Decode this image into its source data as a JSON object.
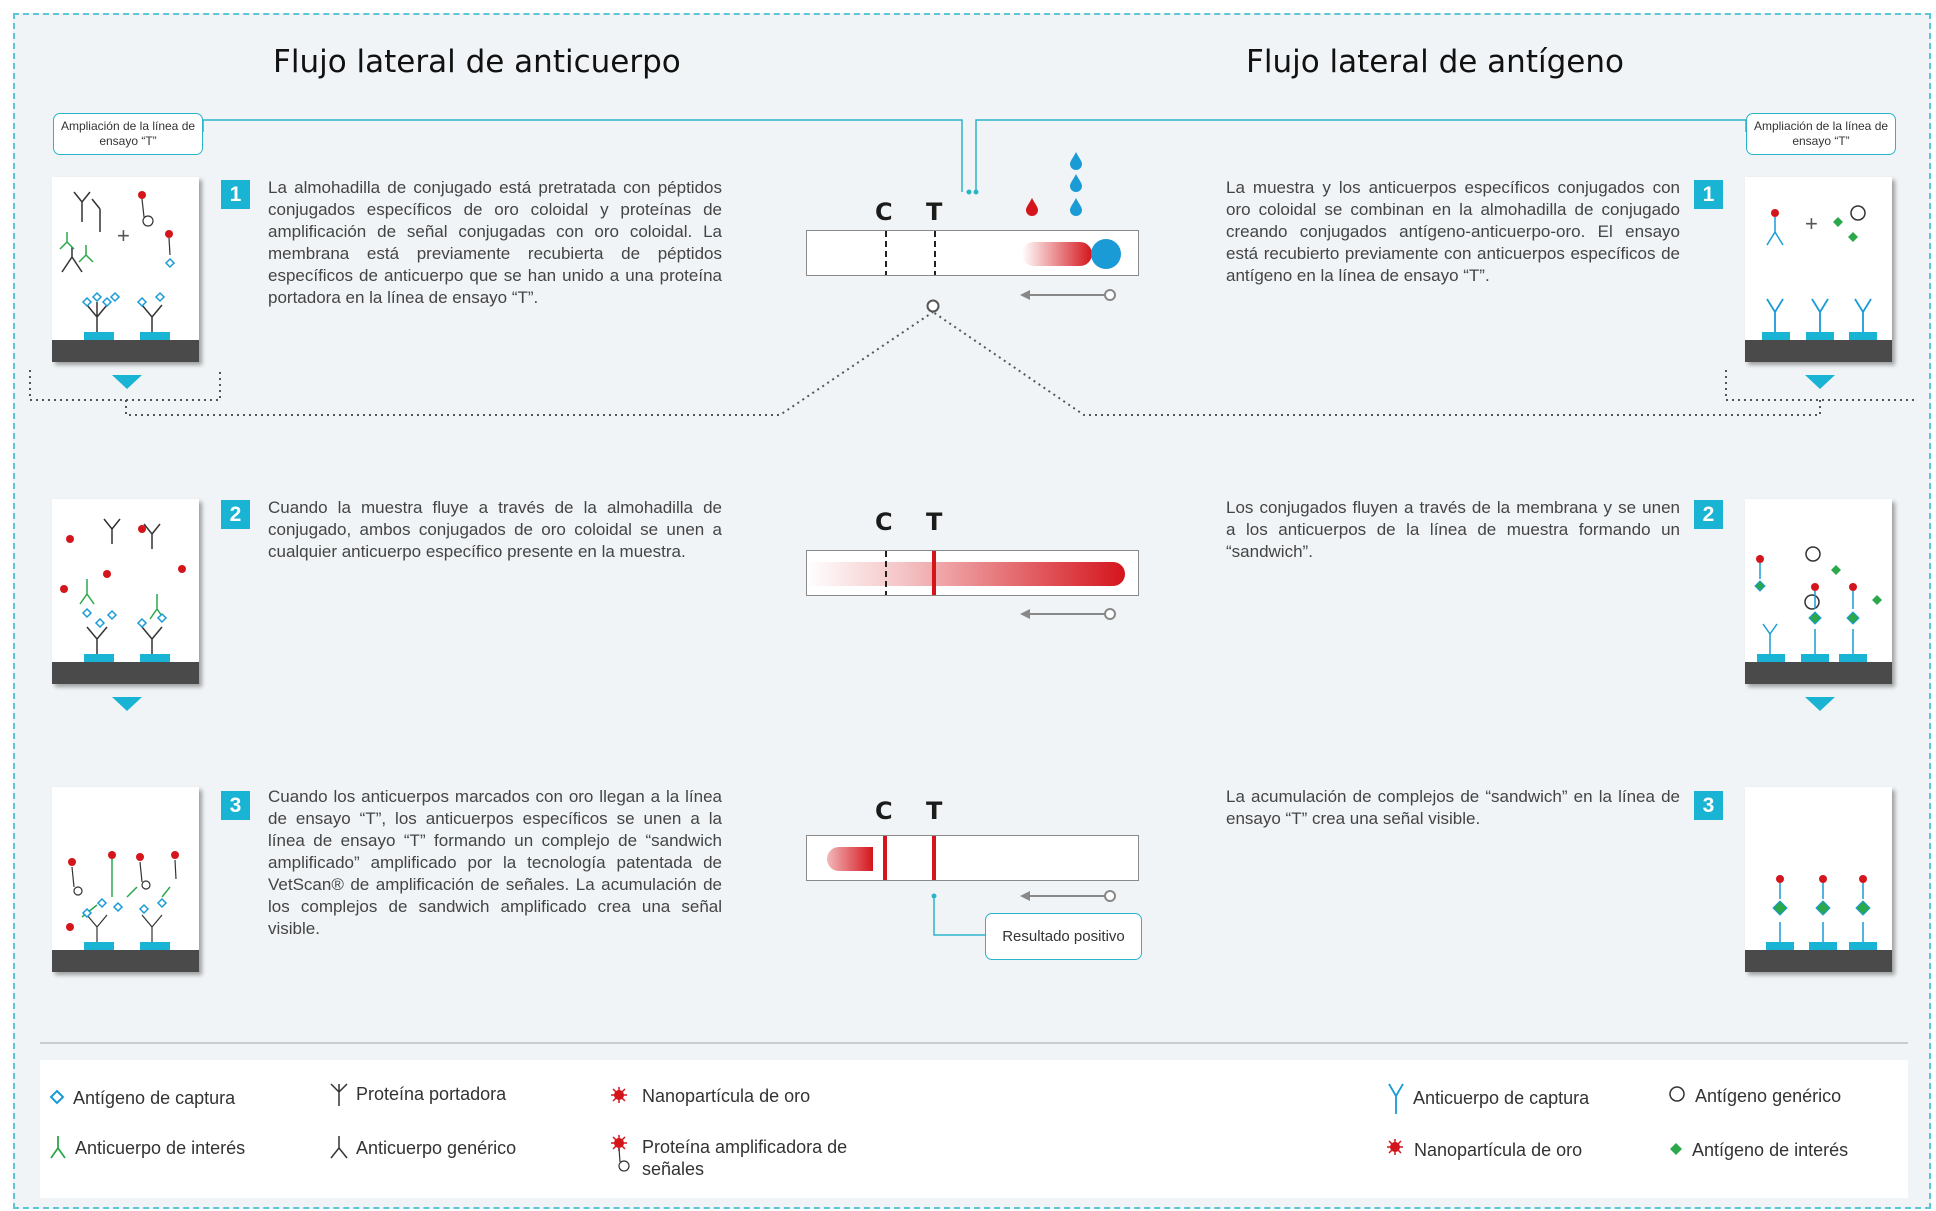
{
  "titles": {
    "left": "Flujo lateral de anticuerpo",
    "right": "Flujo lateral de antígeno"
  },
  "callouts": {
    "zoom_left": "Ampliación de la línea de ensayo “T”",
    "zoom_right": "Ampliación de la línea de ensayo “T”",
    "positive": "Resultado positivo"
  },
  "strip_letters": {
    "c": "C",
    "t": "T"
  },
  "steps": {
    "left": [
      {
        "num": "1",
        "text": "La almohadilla de conjugado está pretratada con péptidos conjugados específicos de oro coloidal y proteínas de amplificación de señal conjugadas con oro coloidal. La membrana está previamente recubierta de péptidos específicos de anticuerpo que se han unido a una proteína portadora en la línea de ensayo “T”."
      },
      {
        "num": "2",
        "text": "Cuando la muestra fluye a través de la almohadilla de conjugado, ambos conjugados de oro coloidal se unen a cualquier anticuerpo específico presente en la muestra."
      },
      {
        "num": "3",
        "text": "Cuando los anticuerpos marcados con oro llegan a la línea de ensayo “T”, los anticuerpos específicos se unen a la línea de ensayo “T” formando un complejo de “sandwich amplificado” amplificado por la tecnología patentada de VetScan® de amplificación de señales. La acumulación de los complejos de sandwich amplificado crea una señal visible."
      }
    ],
    "right": [
      {
        "num": "1",
        "text": "La muestra y los anticuerpos específicos conjugados con oro coloidal se combinan en la almohadilla de conjugado creando conjugados antígeno-anticuerpo-oro. El ensayo está recubierto previamente con anticuerpos específicos de antígeno en la línea de ensayo “T”."
      },
      {
        "num": "2",
        "text": "Los conjugados fluyen a través de la membrana y se unen a los anticuerpos de la línea de muestra formando un “sandwich”."
      },
      {
        "num": "3",
        "text": "La acumulación de complejos de “sandwich” en la línea de ensayo “T” crea una señal visible."
      }
    ]
  },
  "legend": {
    "left": [
      {
        "label": "Antígeno de captura",
        "icon": "diamond-outline-icon"
      },
      {
        "label": "Proteína portadora",
        "icon": "carrier-protein-icon"
      },
      {
        "label": "Nanopartícula de oro",
        "icon": "gold-nanoparticle-icon"
      },
      {
        "label": "Anticuerpo de interés",
        "icon": "green-antibody-icon"
      },
      {
        "label": "Anticuerpo genérico",
        "icon": "generic-antibody-icon"
      },
      {
        "label": "Proteína amplificadora de señales",
        "icon": "amplifier-protein-icon"
      }
    ],
    "right": [
      {
        "label": "Anticuerpo de captura",
        "icon": "capture-antibody-icon"
      },
      {
        "label": "Antígeno genérico",
        "icon": "circle-outline-icon"
      },
      {
        "label": "Nanopartícula de oro",
        "icon": "gold-nanoparticle-icon"
      },
      {
        "label": "Antígeno de interés",
        "icon": "green-diamond-icon"
      }
    ]
  },
  "colors": {
    "accent": "#19b3d4",
    "gold_red": "#d4151c",
    "green": "#2aa84a",
    "ground": "#4a4a4a"
  }
}
